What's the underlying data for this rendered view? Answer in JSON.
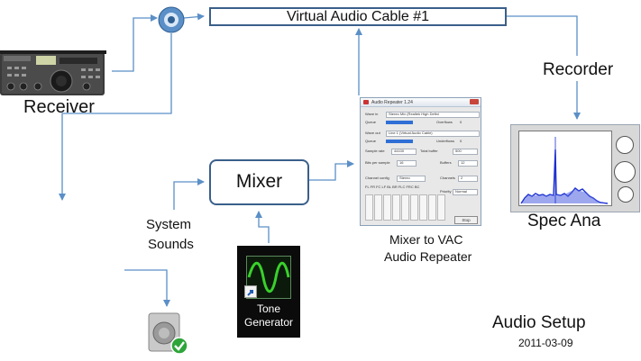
{
  "labels": {
    "vac": "Virtual Audio Cable #1",
    "recorder": "Recorder",
    "receiver": "Receiver",
    "mixer": "Mixer",
    "system_sounds_1": "System",
    "system_sounds_2": "Sounds",
    "mixer_to_vac_1": "Mixer to  VAC",
    "mixer_to_vac_2": "Audio Repeater",
    "spec_ana": "Spec Ana",
    "tone_generator": "Tone Generator",
    "title": "Audio Setup",
    "date": "2011-03-09"
  },
  "repeater": {
    "title": "Audio Repeater 1.24",
    "wave_in": "Wave in",
    "wave_in_value": "Stereo Mix (Realtek High Defini",
    "queue": "Queue",
    "overflows": "Overflows",
    "overflows_val": "0",
    "wave_out": "Wave out",
    "wave_out_value": "Line 1 (Virtual Audio Cable)",
    "underflows": "Underflows",
    "underflows_val": "0",
    "sample_rate": "Sample rate",
    "sample_rate_val": "44100",
    "total_buffer": "Total buffer",
    "total_buffer_val": "500",
    "bits_per_sample": "Bits per sample",
    "bits_val": "16",
    "buffers": "Buffers",
    "buffers_val": "12",
    "channel_config": "Channel config",
    "channel_config_val": "Stereo",
    "channels": "Channels",
    "channels_val": "2",
    "ch_names": "FL  FR  FC  LF  BL  BR  FLC FRC BC",
    "priority": "Priority",
    "priority_val": "Normal",
    "stop": "Stop"
  },
  "colors": {
    "arrow": "#5b8fc7",
    "box_border": "#3a5f8a",
    "wave": "#39d12b",
    "spectrum": "#1a2fd0"
  }
}
